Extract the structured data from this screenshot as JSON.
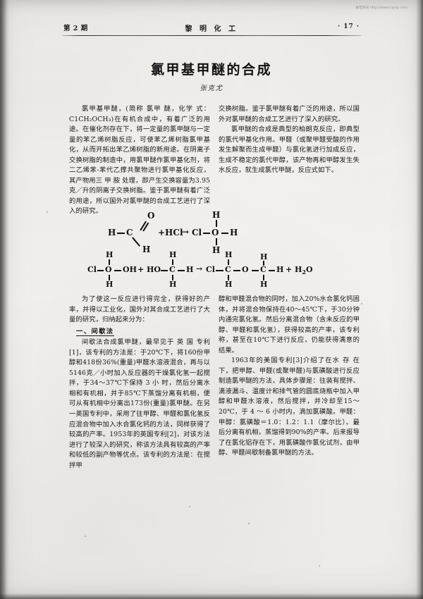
{
  "page": {
    "watermark": "维普资讯 http://www.cqvip.com",
    "running_head": {
      "issue": "第 2 期",
      "journal": "黎 明 化 工",
      "page_number": "· 17 ·"
    },
    "title": "氯甲基甲醚的合成",
    "author": "张克尤"
  },
  "columns": {
    "top_left": [
      "氯甲基甲醚，(简称 氯甲 醚，化学 式：C1CH₂OCH₃)在有机合成中，有着广泛的用途。在催化剂存在下，将一定量的氯甲醚与一定量的苯乙烯树脂反应，可使苯乙烯树脂氯甲基化，从而开拓出苯乙烯树脂的新用途。在阴离子交换树脂的制造中，用氯甲醚作氯甲基化剂，将二乙烯苯-苯代乙撑共聚物进行氯甲基化反应，其产物用三 甲 胺 处理，即产生交换容量为3.95克／升的阴离子交换树脂。鉴于氯甲醚有着广泛的用途，所以国外对氯甲醚的合成工艺进行了深入的研究。"
    ],
    "top_right": [
      "交换树脂。鉴于氯甲醚有着广泛的用途，所以国外对氯甲醚的合成工艺进行了深入的研究。",
      "氯甲醚的合成是典型的柏朗克反应，即典型的氯代甲基化作用。甲醛（或聚甲醛受酸的作用发生解聚而生成甲醛）与氯化氢进行加成反应，生成不稳定的氯代甲醇，该产物再和甲醇发生失水反应，就生成氯代甲醚，反应式如下。"
    ],
    "bottom_left": [
      "为了使这一反应进行得完全，获得好的产率，并得以工业化，国外对其合成工艺进行了大量的研究，归纳起来分为：",
      "一、间歇法",
      "间歇法合成氯甲醚，最早见于 英 国 专利[1]，该专利的方法是：于20℃下，将160份甲醇和418份36%(重量)甲醛水溶液混合，再与以5146克／小时加入反应器的干燥氯化氢一起搅拌，于34～37℃下保持 3 小 时，然后分离水相和有机相，并于85℃下蒸馏分离有机相，便可从有机相中分离出173份(重量)氯甲醚。在另一英国专利中，采用了往甲醇、甲醛和氯化氢反应混合物中加入水合氯化钙的方法，同样获得了较高的产率。1953年的英国专利[2]，对该方法进行了较深入的研究，称该方法具有较高的产率和较低的副产物等优点。该专利的方法是：在搅拌甲"
    ],
    "bottom_right": [
      "醇和甲醛混合物的同时，加入20%水合氯化钙固体，并将混合物保持在40～45℃下，于30分钟内通完氯化氢。然后分离混合物（含未反应的甲醇、甲醛和氯化氢），获得较高的产率，该专利称，甚至在10℃下进行反应，仍能获得满意的结果。",
      "1963年的美国专利[3]介绍了在水 存 在下，把甲醇、甲醛(或聚甲醛)与氯磺酸进行反应制造氯甲醚的方法，具体步骤是：往装有搅拌、滴液漏斗、温度计和排气管的圆底烧瓶中加入甲醇和甲醛水溶液，然后搅拌，并冷却至15～20℃，于 4 ～ 6 小时内，滴加氯磺酸。甲醛：甲醇：氯磺酸＝1.0：1.2：1.1（摩尔比）。最后分离有机相，蒸馏得到90%的产率。后来报导了在氯化铝存在下，用氯磺酸作氯化试剂，由甲醇、甲醛间歇制备氯甲醚的方法。"
    ]
  },
  "chemistry": {
    "equation1": {
      "atoms": [
        "H",
        "C",
        "O",
        "H",
        "+HCl",
        "Cl",
        "O",
        "H",
        "H",
        "H"
      ],
      "arrow": "→",
      "text": "H-C(=O)-H + HCl → Cl-O(H)(H)-H"
    },
    "equation2": {
      "left": [
        "Cl",
        "O",
        "OH",
        "+",
        "HO",
        "C",
        "H"
      ],
      "right": [
        "Cl",
        "C",
        "O",
        "C",
        "H",
        "+",
        "H₂O"
      ],
      "arrow": "→",
      "substituents": [
        "H",
        "H",
        "H",
        "H",
        "H",
        "H",
        "H",
        "H"
      ],
      "text": "Cl-O(H)(H)-OH + HO-CH2-H → Cl-CH2-O-CH2-H + H2O"
    }
  },
  "colors": {
    "ink": "#161616",
    "paper": "#f2f0ec",
    "watermark": "#9a9894"
  }
}
